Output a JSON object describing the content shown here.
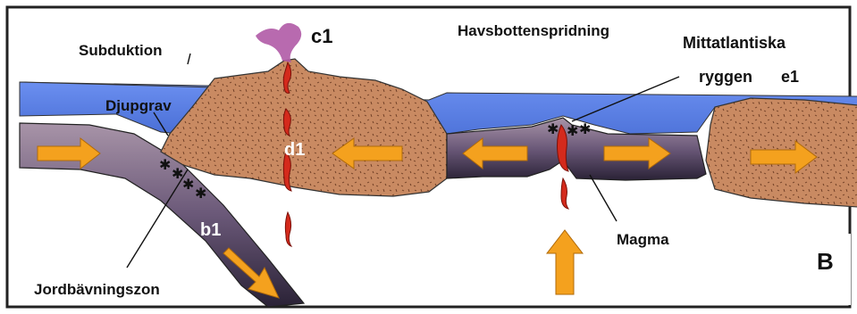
{
  "figure": {
    "panel_letter": "B",
    "labels": {
      "subduction": "Subduktion",
      "trench": "Djupgrav",
      "earthquake_zone": "Jordbävningszon",
      "seafloor_spreading": "Havsbottenspridning",
      "ridge_line1": "Mittatlantiska",
      "ridge_line2": "ryggen",
      "magma": "Magma"
    },
    "markers": {
      "c1": "c1",
      "d1": "d1",
      "b1": "b1",
      "e1": "e1"
    },
    "colors": {
      "ocean": "#5b7fe0",
      "crust": "#c98a62",
      "slab": "#6c5a73",
      "magma": "#d42a1c",
      "arrow": "#f4a11e",
      "ash": "#b05aa6",
      "frame": "#222222"
    }
  }
}
